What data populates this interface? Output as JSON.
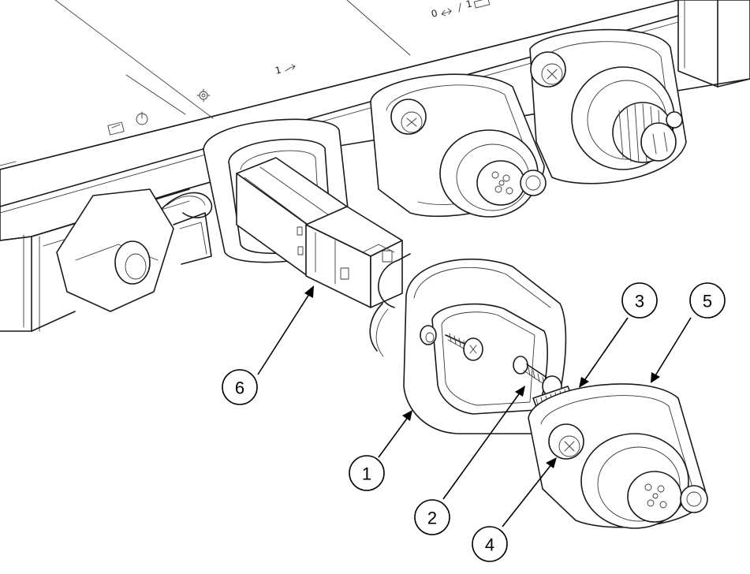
{
  "callouts": [
    {
      "id": "1",
      "label": "1"
    },
    {
      "id": "2",
      "label": "2"
    },
    {
      "id": "3",
      "label": "3"
    },
    {
      "id": "4",
      "label": "4"
    },
    {
      "id": "5",
      "label": "5"
    },
    {
      "id": "6",
      "label": "6"
    }
  ],
  "port_labels": {
    "port_1": "1",
    "port_0": "0",
    "port_1_hybrid": "1"
  },
  "colors": {
    "line": "#1a1a1a",
    "background": "#ffffff"
  }
}
